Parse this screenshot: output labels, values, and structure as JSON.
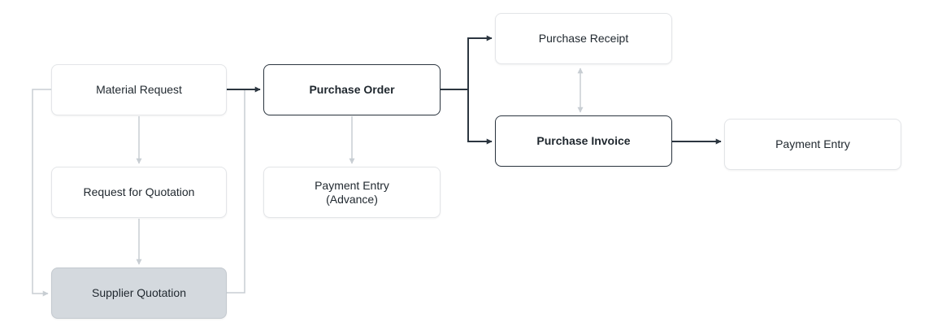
{
  "diagram": {
    "nodes": {
      "material_request": "Material Request",
      "request_for_quotation": "Request for Quotation",
      "supplier_quotation": "Supplier Quotation",
      "purchase_order": "Purchase Order",
      "payment_entry_advance": "Payment Entry\n(Advance)",
      "purchase_receipt": "Purchase Receipt",
      "purchase_invoice": "Purchase Invoice",
      "payment_entry": "Payment Entry"
    },
    "colors": {
      "primary_edge": "#2c3640",
      "secondary_edge": "#c8ced3",
      "current_node_fill": "#d4d9de"
    }
  }
}
